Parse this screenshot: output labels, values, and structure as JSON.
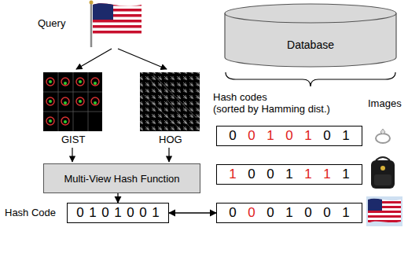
{
  "diagram": {
    "nodes": [
      {
        "text": [
          "Database"
        ]
      },
      {
        "text": [
          "0",
          "0",
          "1",
          "0",
          "1",
          "0",
          "1"
        ]
      },
      {
        "text": [
          "1",
          "0",
          "0",
          "1",
          "1",
          "1",
          "1"
        ]
      },
      {
        "text": [
          "Multi-View Hash Function"
        ]
      },
      {
        "text": [
          "0",
          "1",
          "0",
          "1",
          "0",
          "0",
          "1"
        ]
      },
      {
        "text": [
          "0",
          "0",
          "0",
          "1",
          "0",
          "0",
          "1"
        ]
      }
    ],
    "edges": [
      {
        "from": 3,
        "to": 4,
        "arrow": "to"
      },
      {
        "from": 4,
        "to": 5,
        "arrow": "both"
      }
    ],
    "labels": [
      "Query",
      "GIST",
      "HOG",
      "Hash codes",
      "(sorted by Hamming dist.)",
      "Images",
      "Hash Code"
    ]
  }
}
